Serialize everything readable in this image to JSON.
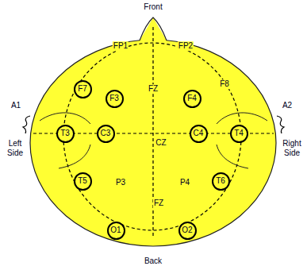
{
  "diagram": {
    "nodes": [
      {
        "text": [
          "F7"
        ]
      },
      {
        "text": [
          "F3"
        ]
      },
      {
        "text": [
          "F4"
        ]
      },
      {
        "text": [
          "T3"
        ]
      },
      {
        "text": [
          "C3"
        ]
      },
      {
        "text": [
          "C4"
        ]
      },
      {
        "text": [
          "T4"
        ]
      },
      {
        "text": [
          "T5"
        ]
      },
      {
        "text": [
          "T6"
        ]
      },
      {
        "text": [
          "O1"
        ]
      },
      {
        "text": [
          "O2"
        ]
      }
    ],
    "labels": [
      "Front",
      "Back",
      "Left Side",
      "Right Side",
      "A1",
      "A2",
      "FP1",
      "FP2",
      "FZ",
      "F8",
      "CZ",
      "P3",
      "FZ",
      "P4"
    ]
  }
}
